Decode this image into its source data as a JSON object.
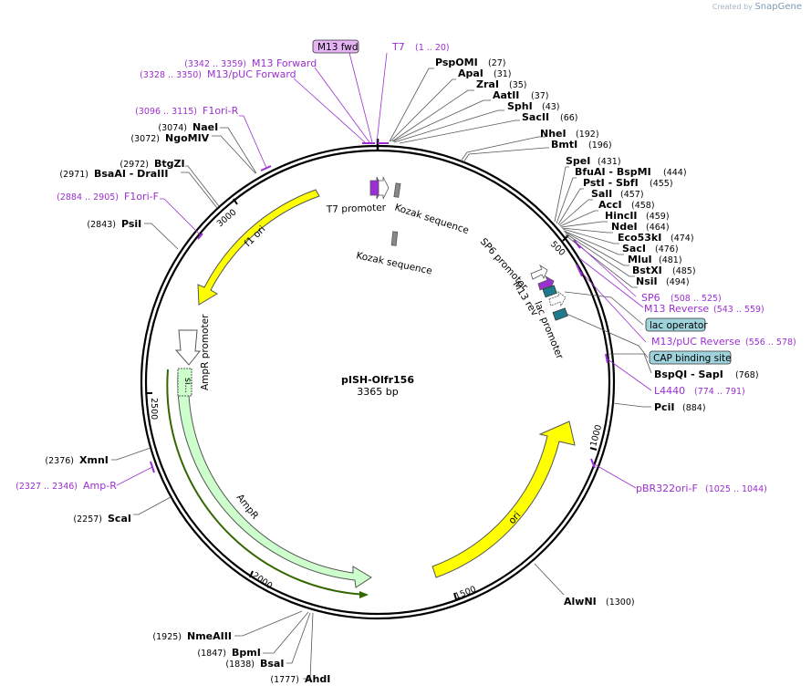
{
  "watermark": {
    "created_by": "Created by",
    "brand": "SnapGene"
  },
  "plasmid": {
    "name": "pISH-Olfr156",
    "length": "3365 bp"
  },
  "ticks": [
    "500",
    "1000",
    "1500",
    "2000",
    "2500",
    "3000"
  ],
  "enzymes": [
    {
      "id": "pspomi",
      "name": "PspOMI",
      "pos": "(27)"
    },
    {
      "id": "apai",
      "name": "ApaI",
      "pos": "(31)"
    },
    {
      "id": "zrai",
      "name": "ZraI",
      "pos": "(35)"
    },
    {
      "id": "aatii",
      "name": "AatII",
      "pos": "(37)"
    },
    {
      "id": "sphi",
      "name": "SphI",
      "pos": "(43)"
    },
    {
      "id": "sacii",
      "name": "SacII",
      "pos": "(66)"
    },
    {
      "id": "nhei",
      "name": "NheI",
      "pos": "(192)"
    },
    {
      "id": "bmti",
      "name": "BmtI",
      "pos": "(196)"
    },
    {
      "id": "spei",
      "name": "SpeI",
      "pos": "(431)"
    },
    {
      "id": "bfuai",
      "name": "BfuAI - BspMI",
      "pos": "(444)"
    },
    {
      "id": "psti",
      "name": "PstI - SbfI",
      "pos": "(455)"
    },
    {
      "id": "sali",
      "name": "SalI",
      "pos": "(457)"
    },
    {
      "id": "acci",
      "name": "AccI",
      "pos": "(458)"
    },
    {
      "id": "hincii",
      "name": "HincII",
      "pos": "(459)"
    },
    {
      "id": "ndei",
      "name": "NdeI",
      "pos": "(464)"
    },
    {
      "id": "eco53ki",
      "name": "Eco53kI",
      "pos": "(474)"
    },
    {
      "id": "saci",
      "name": "SacI",
      "pos": "(476)"
    },
    {
      "id": "mlui",
      "name": "MluI",
      "pos": "(481)"
    },
    {
      "id": "bstxi",
      "name": "BstXI",
      "pos": "(485)"
    },
    {
      "id": "nsii",
      "name": "NsiI",
      "pos": "(494)"
    },
    {
      "id": "bspqi",
      "name": "BspQI - SapI",
      "pos": "(768)"
    },
    {
      "id": "pcii",
      "name": "PciI",
      "pos": "(884)"
    },
    {
      "id": "alwni",
      "name": "AlwNI",
      "pos": "(1300)"
    },
    {
      "id": "ahdi",
      "name": "AhdI",
      "pos": "(1777)"
    },
    {
      "id": "bsai",
      "name": "BsaI",
      "pos": "(1838)"
    },
    {
      "id": "bpmi",
      "name": "BpmI",
      "pos": "(1847)"
    },
    {
      "id": "nmeaiii",
      "name": "NmeAIII",
      "pos": "(1925)"
    },
    {
      "id": "scai",
      "name": "ScaI",
      "pos": "(2257)"
    },
    {
      "id": "xmni",
      "name": "XmnI",
      "pos": "(2376)"
    },
    {
      "id": "psii",
      "name": "PsiI",
      "pos": "(2843)"
    },
    {
      "id": "bsaai",
      "name": "BsaAI - DraIII",
      "pos": "(2971)"
    },
    {
      "id": "btgzi",
      "name": "BtgZI",
      "pos": "(2972)"
    },
    {
      "id": "ngomiv",
      "name": "NgoMIV",
      "pos": "(3072)"
    },
    {
      "id": "naei",
      "name": "NaeI",
      "pos": "(3074)"
    }
  ],
  "primers": [
    {
      "id": "t7",
      "name": "T7",
      "range": "(1 .. 20)"
    },
    {
      "id": "m13fwd",
      "name": "M13 fwd",
      "range": ""
    },
    {
      "id": "m13forward",
      "name": "M13 Forward",
      "range": "(3342 .. 3359)"
    },
    {
      "id": "m13puc-fwd",
      "name": "M13/pUC Forward",
      "range": "(3328 .. 3350)"
    },
    {
      "id": "f1ori-r",
      "name": "F1ori-R",
      "range": "(3096 .. 3115)"
    },
    {
      "id": "f1ori-f",
      "name": "F1ori-F",
      "range": "(2884 .. 2905)"
    },
    {
      "id": "amp-r",
      "name": "Amp-R",
      "range": "(2327 .. 2346)"
    },
    {
      "id": "sp6",
      "name": "SP6",
      "range": "(508 .. 525)"
    },
    {
      "id": "m13reverse",
      "name": "M13 Reverse",
      "range": "(543 .. 559)"
    },
    {
      "id": "m13puc-rev",
      "name": "M13/pUC Reverse",
      "range": "(556 .. 578)"
    },
    {
      "id": "l4440",
      "name": "L4440",
      "range": "(774 .. 791)"
    },
    {
      "id": "pbr322ori-f",
      "name": "pBR322ori-F",
      "range": "(1025 .. 1044)"
    }
  ],
  "boxed_features": [
    {
      "id": "lac-operator",
      "name": "lac operator"
    },
    {
      "id": "cap-site",
      "name": "CAP binding site"
    }
  ],
  "features": [
    {
      "id": "f1ori",
      "name": "f1 ori"
    },
    {
      "id": "ori",
      "name": "ori"
    },
    {
      "id": "ampr",
      "name": "AmpR"
    },
    {
      "id": "ampr-promoter",
      "name": "AmpR promoter"
    },
    {
      "id": "t7-promoter",
      "name": "T7 promoter"
    },
    {
      "id": "kozak1",
      "name": "Kozak sequence"
    },
    {
      "id": "kozak2",
      "name": "Kozak sequence"
    },
    {
      "id": "sp6-promoter",
      "name": "SP6 promoter"
    },
    {
      "id": "m13rev",
      "name": "M13 rev"
    },
    {
      "id": "lac-promoter",
      "name": "lac promoter"
    },
    {
      "id": "signal",
      "name": "si..."
    }
  ],
  "colors": {
    "backbone": "#000000",
    "f1ori": "#ffff00",
    "ori": "#ffff00",
    "ampr": "#ccffcc",
    "ampr_orf": "#336600",
    "primer": "#9b2fd1",
    "m13fwd_box": "#e6b3f5",
    "lac_operator": "#1e7a8c",
    "boxed_feature": "#9fd3dc"
  }
}
